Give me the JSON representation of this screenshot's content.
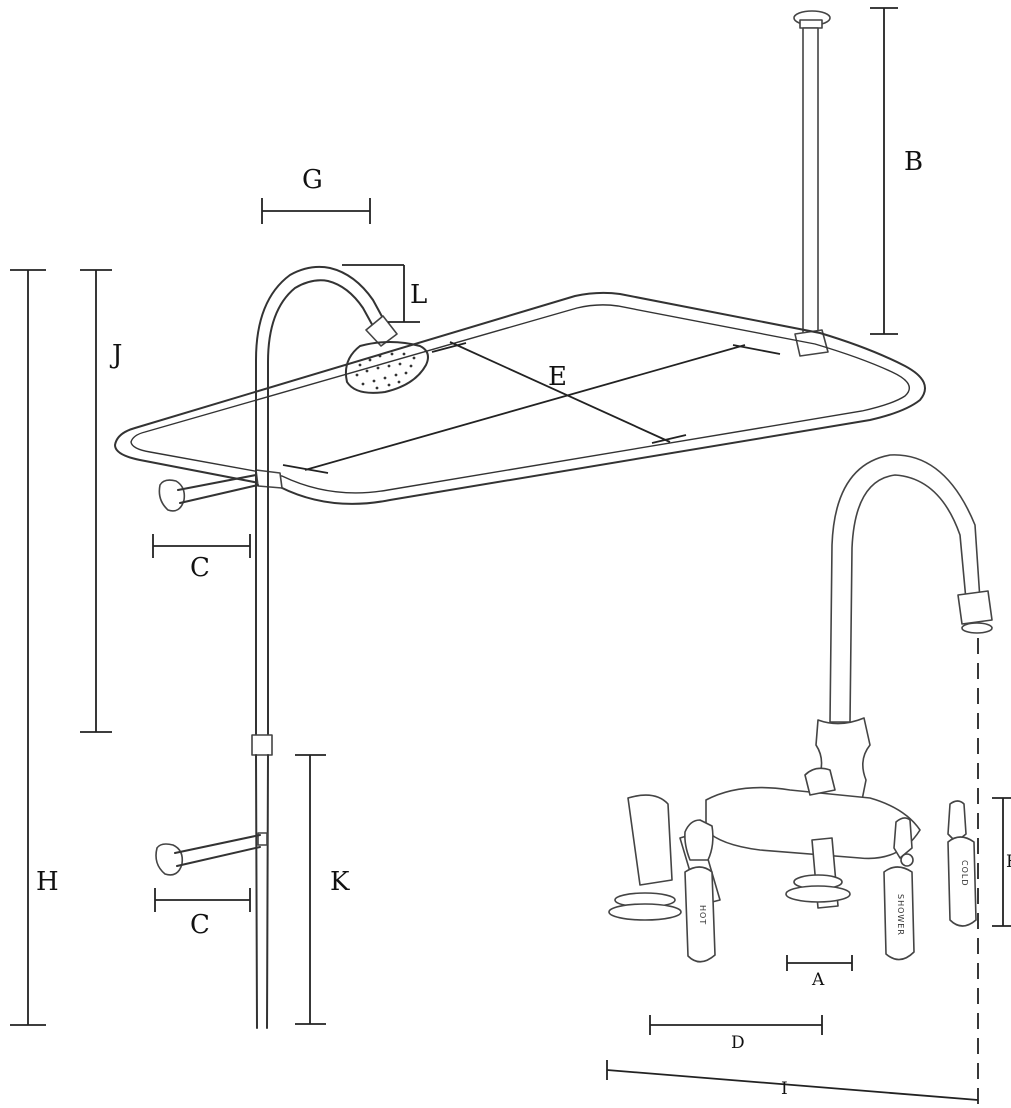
{
  "labels": {
    "A": "A",
    "B": "B",
    "C_upper": "C",
    "C_lower": "C",
    "D": "D",
    "E": "E",
    "F": "F",
    "G": "G",
    "H": "H",
    "I": "I",
    "J": "J",
    "K": "K",
    "L": "L"
  },
  "handles": {
    "hot": "HOT",
    "shower": "SHOWER",
    "cold": "COLD"
  }
}
